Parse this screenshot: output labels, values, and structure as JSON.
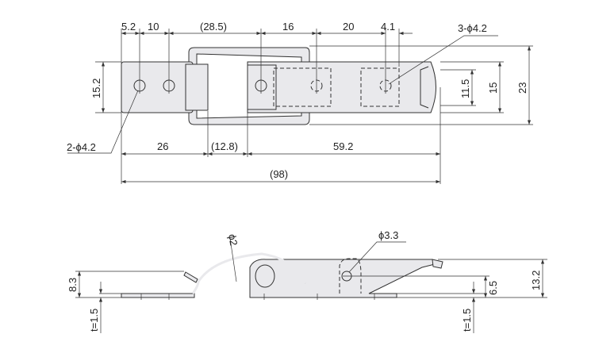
{
  "top_view": {
    "dims_top": [
      "5.2",
      "10",
      "(28.5)",
      "16",
      "20",
      "4.1"
    ],
    "dims_bottom": [
      "26",
      "(12.8)",
      "59.2"
    ],
    "overall": "(98)",
    "height_left": "15.2",
    "height_right": [
      "11.5",
      "15",
      "23"
    ],
    "hole_callout_left": "2-ϕ4.2",
    "hole_callout_right": "3-ϕ4.2"
  },
  "side_view": {
    "wire_dia": "ϕ2",
    "hole_dia": "ϕ3.3",
    "height_left": "8.3",
    "thickness_left": "t=1.5",
    "thickness_right": "t=1.5",
    "height_hole": "6.5",
    "height_total": "13.2"
  }
}
